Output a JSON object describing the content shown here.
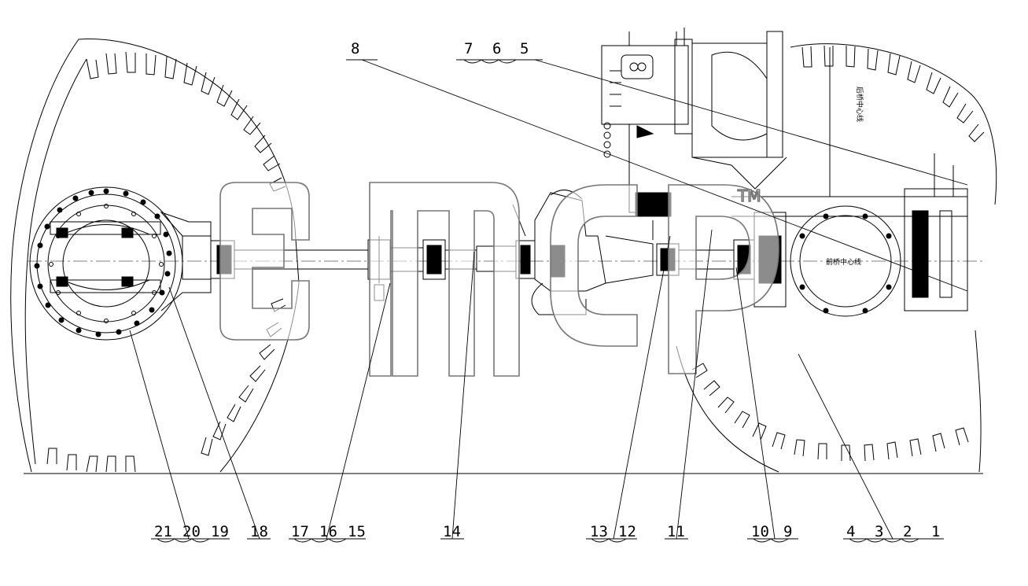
{
  "diagram": {
    "callouts_top": [
      "8",
      "7",
      "6",
      "5"
    ],
    "callouts_bottom": [
      "21",
      "20",
      "19",
      "18",
      "17",
      "16",
      "15",
      "14",
      "13",
      "12",
      "11",
      "10",
      "9",
      "4",
      "3",
      "2",
      "1"
    ],
    "annotations": {
      "centerline_vertical": "后桥中心线",
      "centerline_hub": "前桥中心线"
    },
    "watermark": {
      "trademark": "TM"
    },
    "colors": {
      "line": "#000000",
      "watermark_outline": "#777777",
      "background": "#ffffff"
    }
  }
}
